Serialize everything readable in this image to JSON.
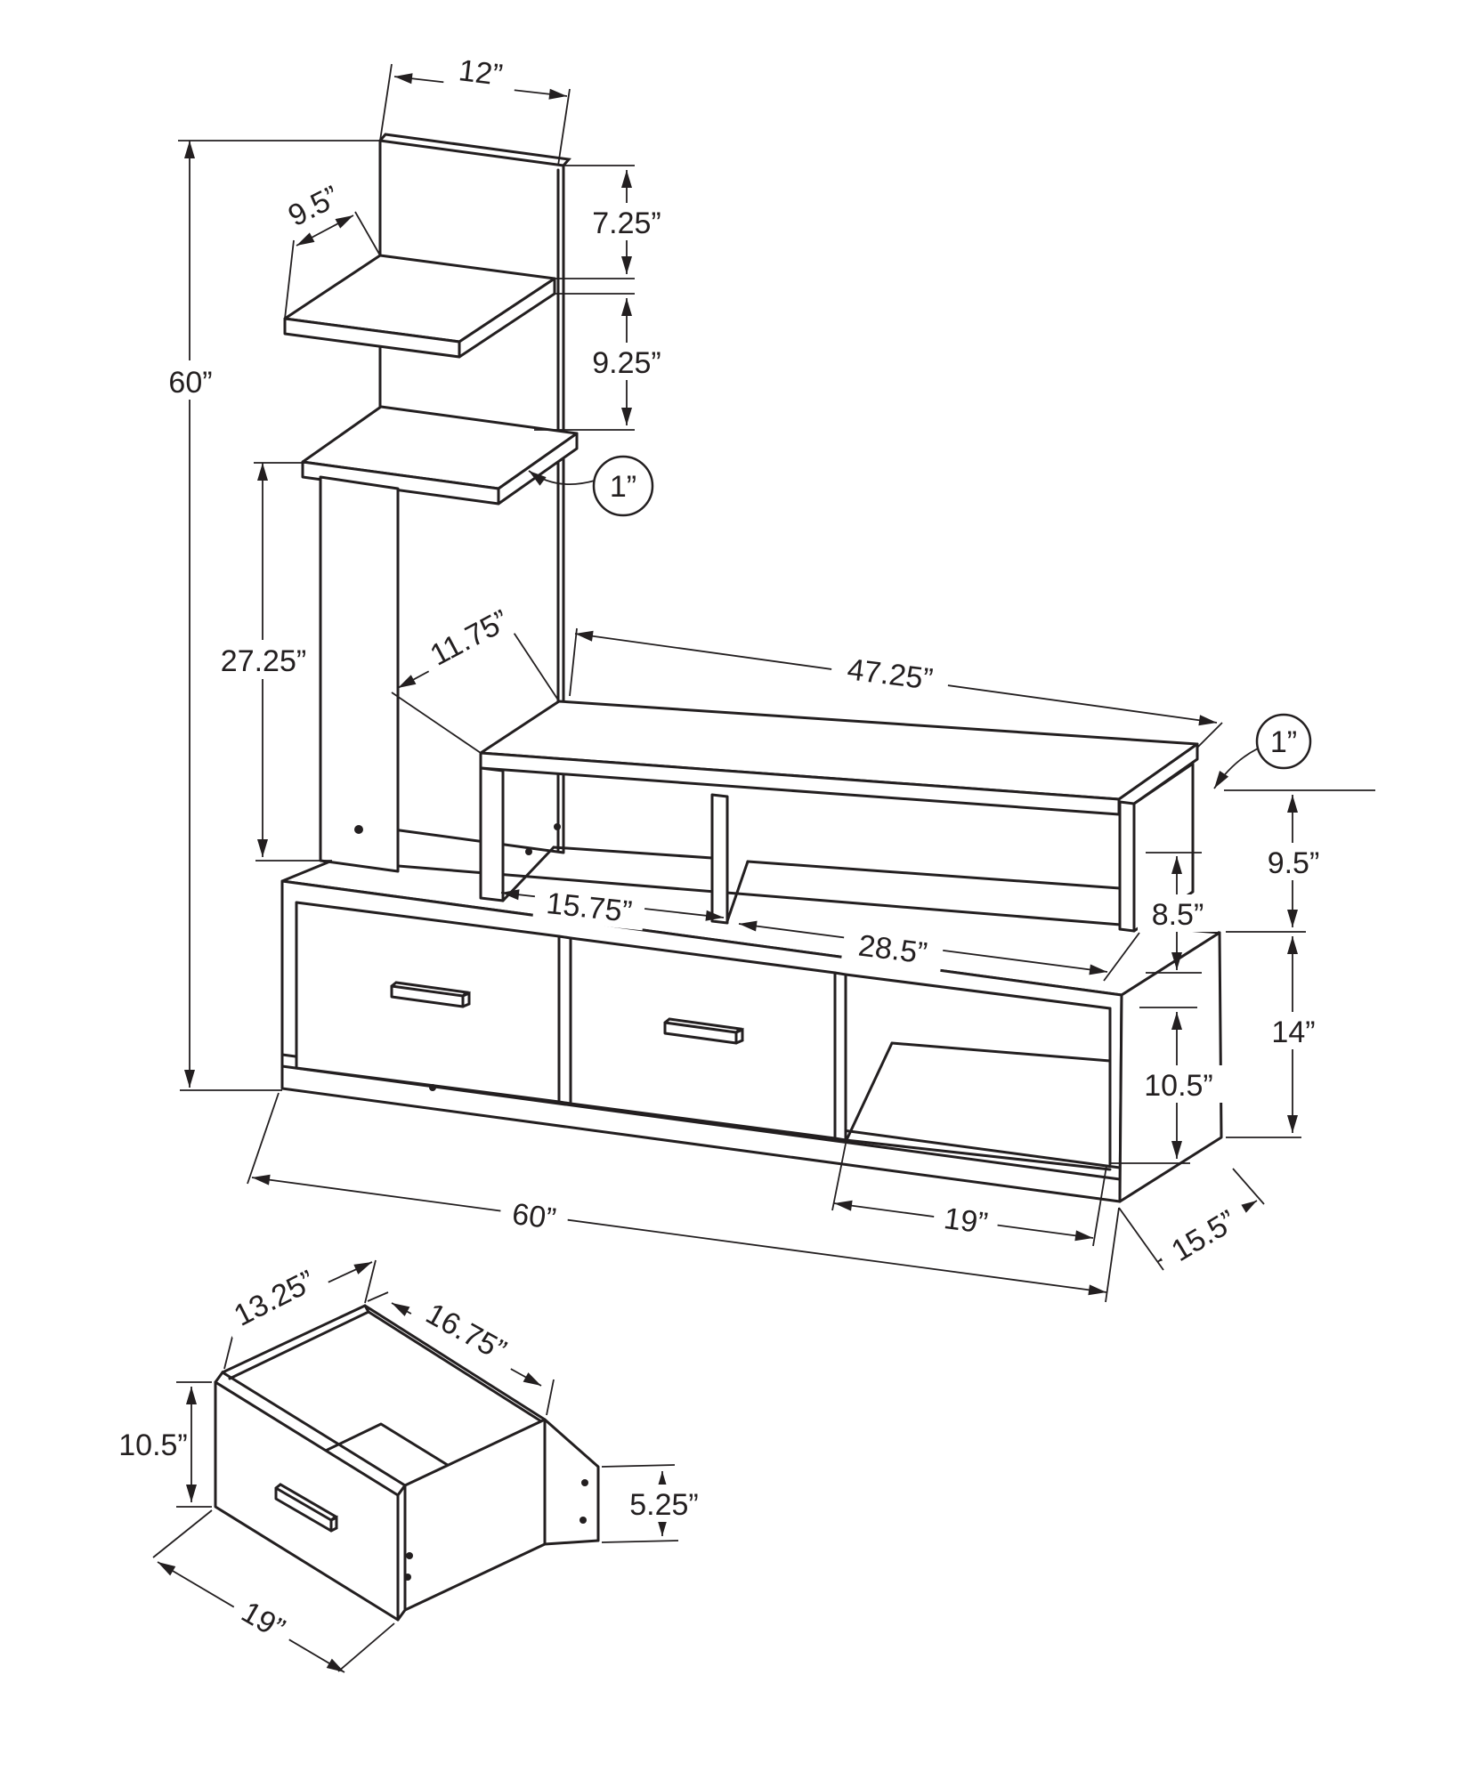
{
  "drawing": {
    "background": "#ffffff",
    "line_color": "#231f20",
    "main_unit": {
      "labels": {
        "total_height": "60”",
        "panel_width": "12”",
        "top_shelf_depth": "9.5”",
        "top_gap": "7.25”",
        "shelf_gap": "9.25”",
        "panel_thickness_callout": "1”",
        "column_height": "27.25”",
        "hutch_depth": "11.75”",
        "hutch_length": "47.25”",
        "hutch_thickness_callout": "1”",
        "hutch_end_height": "9.5”",
        "hutch_interior_height": "8.5”",
        "left_cubby_width": "15.75”",
        "right_cubby_width": "28.5”",
        "base_height": "14”",
        "open_compartment_height": "10.5”",
        "total_width": "60”",
        "open_compartment_width": "19”",
        "unit_depth": "15.5”"
      }
    },
    "drawer_detail": {
      "labels": {
        "interior_depth": "13.25”",
        "back_width": "16.75”",
        "front_height": "10.5”",
        "back_height": "5.25”",
        "front_width": "19”"
      }
    }
  }
}
